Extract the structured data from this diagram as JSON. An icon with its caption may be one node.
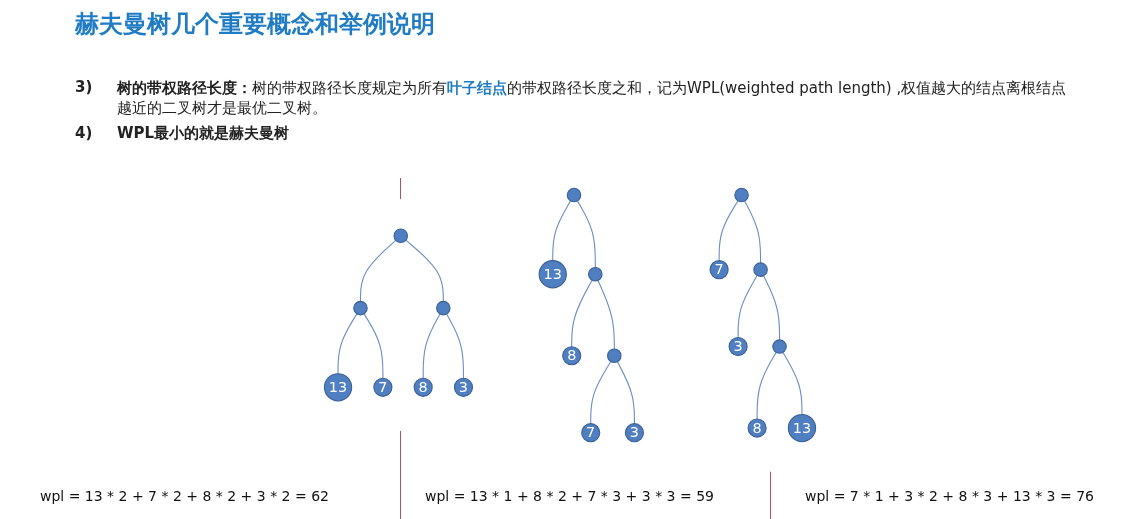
{
  "diagram": {
    "title": "赫夫曼树几个重要概念和举例说明",
    "nodes": [
      {
        "text": [],
        "shape": "circle"
      },
      {
        "text": [],
        "shape": "circle"
      },
      {
        "text": [],
        "shape": "circle"
      },
      {
        "text": [
          "13"
        ]
      },
      {
        "text": [
          "7"
        ]
      },
      {
        "text": [
          "8"
        ]
      },
      {
        "text": [
          "3"
        ]
      },
      {
        "text": [],
        "shape": "circle"
      },
      {
        "text": [
          "13"
        ]
      },
      {
        "text": [],
        "shape": "circle"
      },
      {
        "text": [
          "8"
        ]
      },
      {
        "text": [],
        "shape": "circle"
      },
      {
        "text": [
          "7"
        ]
      },
      {
        "text": [
          "3"
        ]
      },
      {
        "text": [],
        "shape": "circle"
      },
      {
        "text": [
          "7"
        ]
      },
      {
        "text": [],
        "shape": "circle"
      },
      {
        "text": [
          "3"
        ]
      },
      {
        "text": [],
        "shape": "circle"
      },
      {
        "text": [
          "8"
        ]
      },
      {
        "text": [
          "13"
        ]
      }
    ],
    "edges": [
      {
        "from": 0,
        "to": 1,
        "arrow": "none"
      },
      {
        "from": 0,
        "to": 2,
        "arrow": "none"
      },
      {
        "from": 1,
        "to": 3,
        "arrow": "none"
      },
      {
        "from": 1,
        "to": 4,
        "arrow": "none"
      },
      {
        "from": 2,
        "to": 5,
        "arrow": "none"
      },
      {
        "from": 2,
        "to": 6,
        "arrow": "none"
      },
      {
        "from": 7,
        "to": 8,
        "arrow": "none"
      },
      {
        "from": 7,
        "to": 9,
        "arrow": "none"
      },
      {
        "from": 9,
        "to": 10,
        "arrow": "none"
      },
      {
        "from": 9,
        "to": 11,
        "arrow": "none"
      },
      {
        "from": 11,
        "to": 12,
        "arrow": "none"
      },
      {
        "from": 11,
        "to": 13,
        "arrow": "none"
      },
      {
        "from": 14,
        "to": 15,
        "arrow": "none"
      },
      {
        "from": 14,
        "to": 16,
        "arrow": "none"
      },
      {
        "from": 16,
        "to": 17,
        "arrow": "none"
      },
      {
        "from": 16,
        "to": 18,
        "arrow": "none"
      },
      {
        "from": 18,
        "to": 19,
        "arrow": "none"
      },
      {
        "from": 18,
        "to": 20,
        "arrow": "none"
      }
    ],
    "labels": [
      "3)",
      "**树的带权路径长度：**树的带权路径长度规定为所有**叶子结点**的带权路径长度之和，记为WPL(weighted path length) ,权值越大的结点离根结点越近的二叉树才是最优二叉树。",
      "4)",
      "WPL最小的就是赫夫曼树",
      "wpl = 13 * 2 + 7 * 2 + 8 * 2 + 3 * 2 = 62",
      "wpl = 13 * 1 + 8 * 2 + 7 * 3 + 3 * 3 = 59",
      "wpl = 7 * 1 + 3 * 2 + 8 * 3 + 13 * 3 = 76"
    ]
  }
}
